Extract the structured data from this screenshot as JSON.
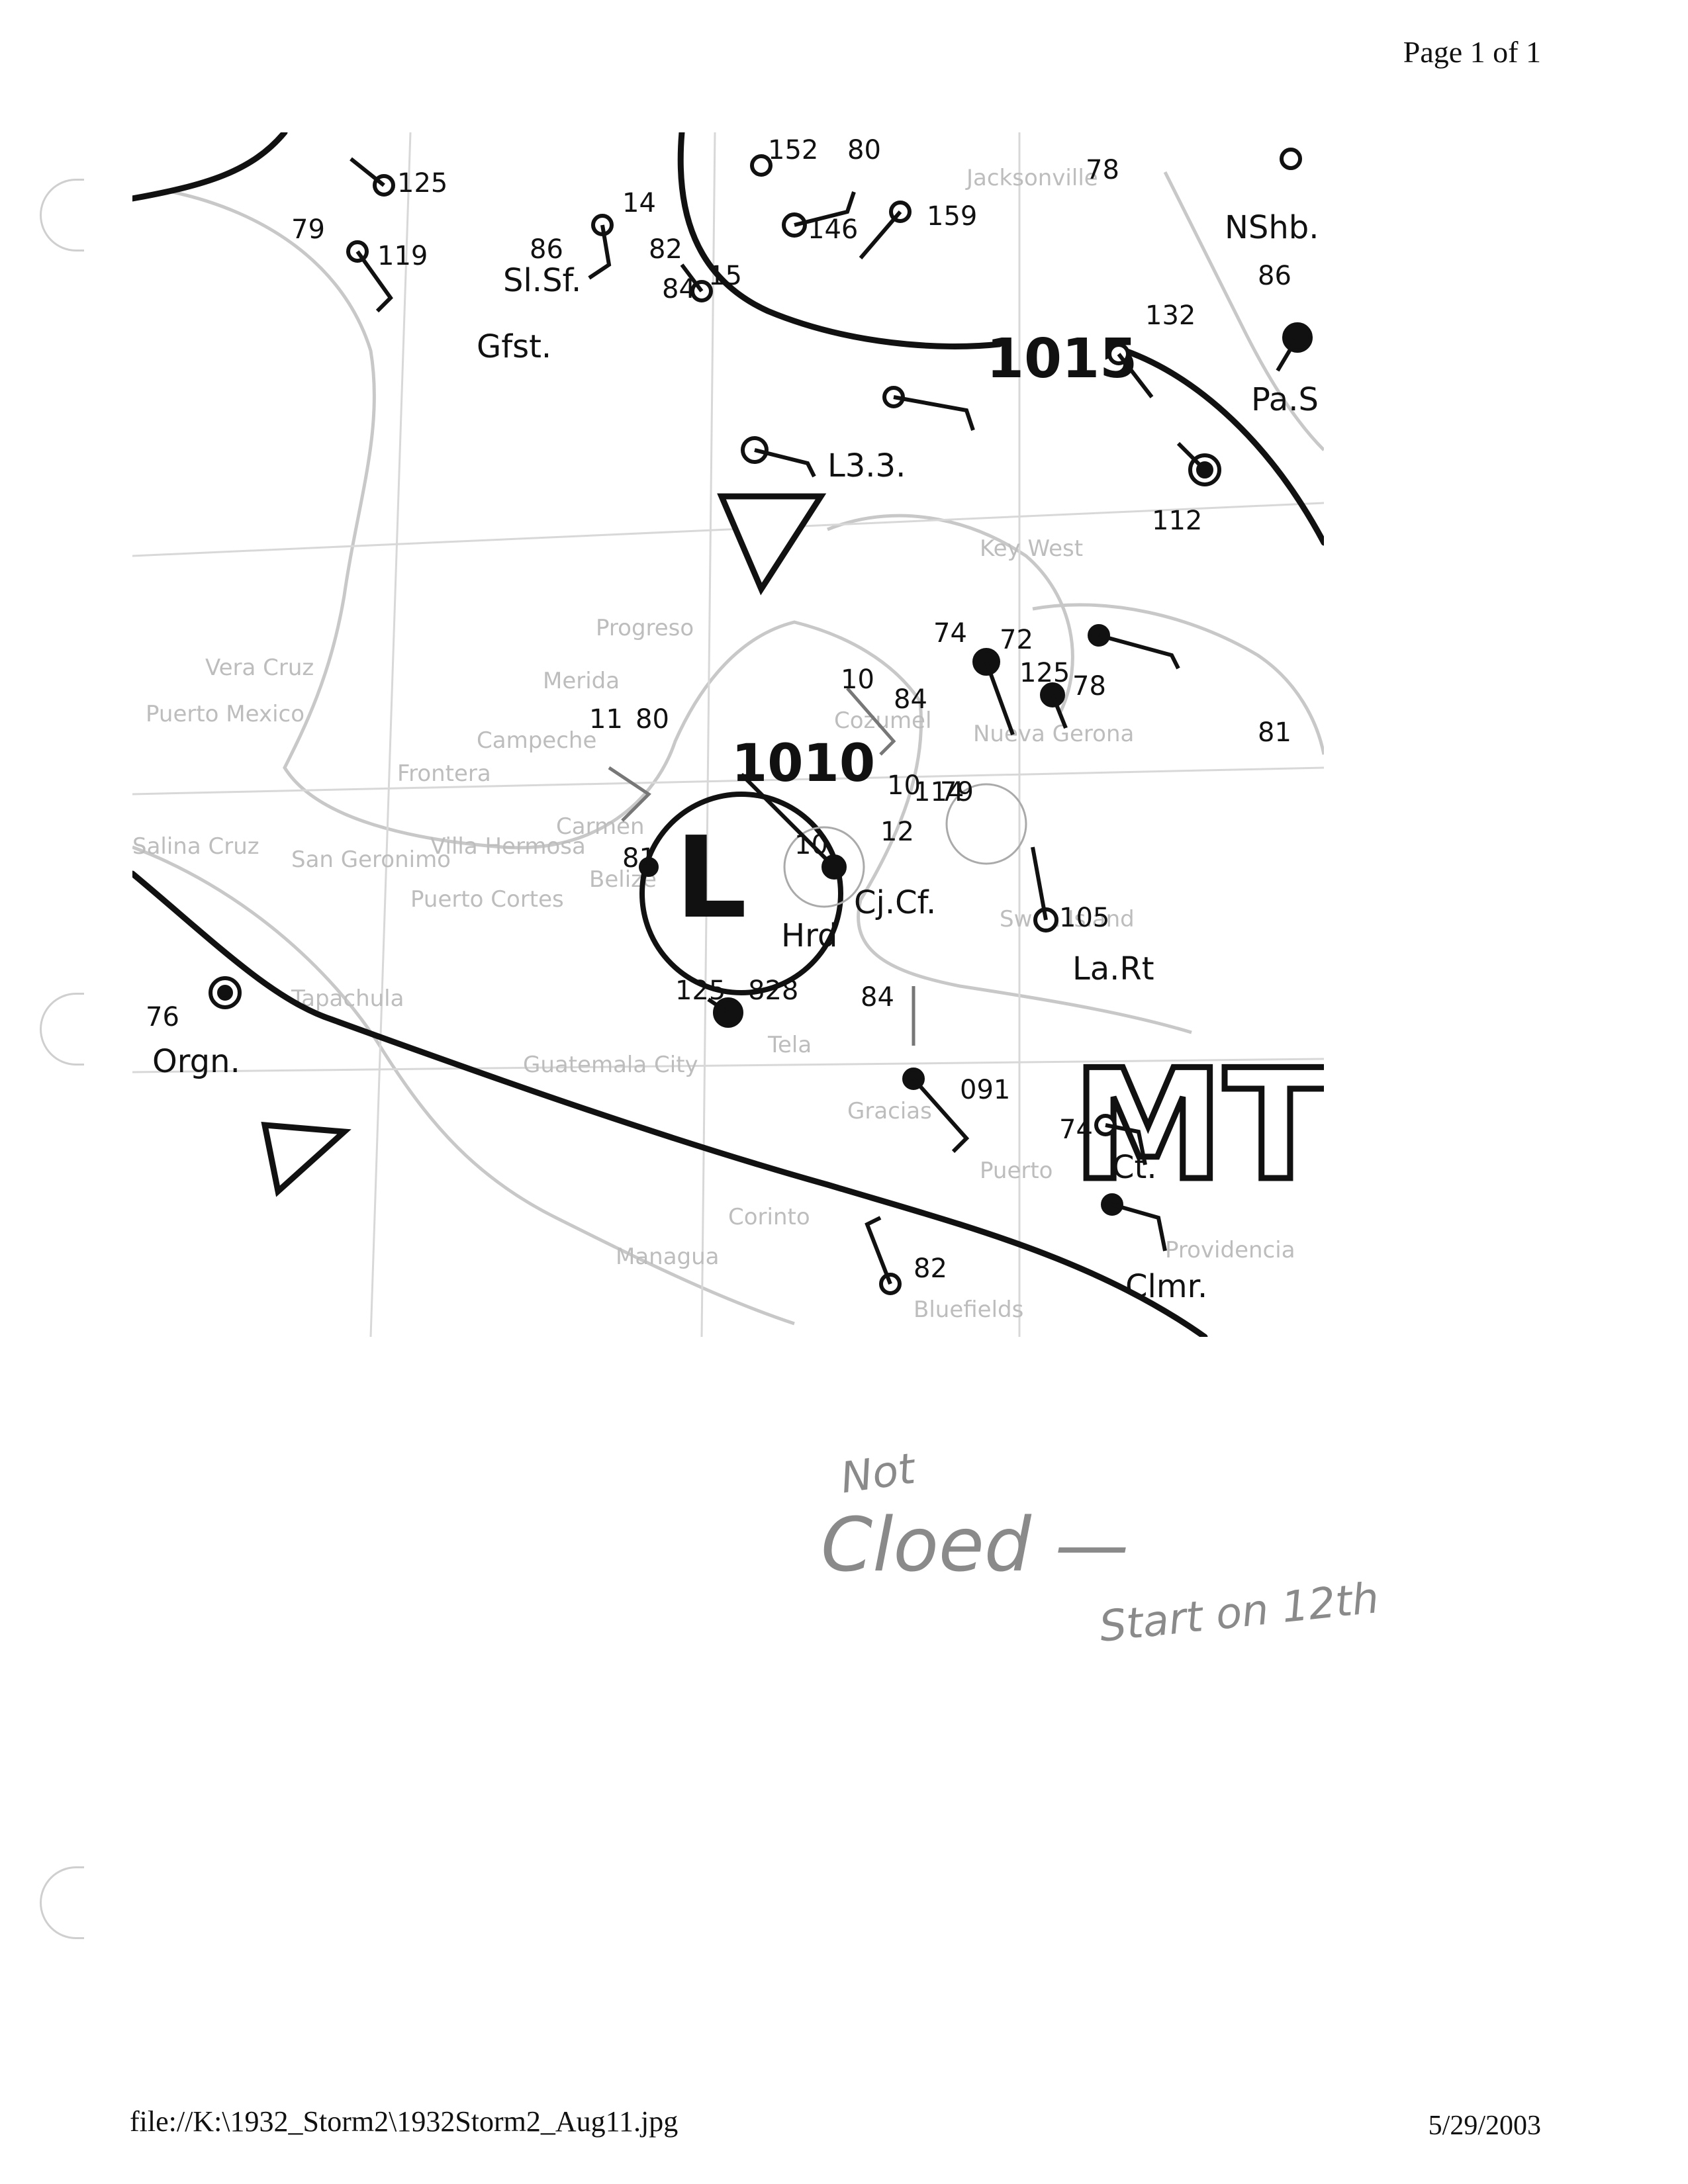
{
  "header": {
    "page_indicator": "Page 1 of 1"
  },
  "footer": {
    "file_path": "file://K:\\1932_Storm2\\1932Storm2_Aug11.jpg",
    "date": "5/29/2003"
  },
  "map": {
    "pressure_labels": [
      "1010",
      "1015"
    ],
    "low_symbol": "L",
    "air_mass": "MT",
    "handwritten_codes": [
      "Gfst.",
      "Sl.Sf.",
      "Orgn.",
      "Cj.Cf.",
      "Hrd",
      "Ct.",
      "Clmr.",
      "La.Rt",
      "Pa.S",
      "NShb.",
      "L3.3."
    ],
    "station_numbers": [
      "125",
      "119",
      "86",
      "14",
      "82",
      "84",
      "15",
      "152",
      "80",
      "159",
      "146",
      "78",
      "86",
      "1015",
      "132",
      "112",
      "72",
      "74",
      "125",
      "78",
      "81",
      "10",
      "79",
      "11",
      "80",
      "10",
      "84",
      "12",
      "105",
      "091",
      "82",
      "125",
      "828",
      "76",
      "79",
      "10",
      "84",
      "74",
      "81",
      "114"
    ],
    "place_names": [
      "Progreso",
      "Merida",
      "Campeche",
      "Frontera",
      "Carmen",
      "Villa Hermosa",
      "Belize",
      "Puerto Cortes",
      "San Geronimo",
      "Guatemala City",
      "Tela",
      "Gracias",
      "Puerto",
      "Corinto",
      "Managua",
      "Bluefields",
      "Providencia",
      "Vera Cruz",
      "Puerto Mexico",
      "Salina Cruz",
      "Tapachula",
      "Cozumel",
      "Nueva Gerona",
      "Swan Island",
      "Jacksonville",
      "Key West"
    ]
  },
  "annotations": {
    "note_line1": "Not",
    "note_line2": "Cloed —",
    "note_line3": "Start on 12th"
  }
}
